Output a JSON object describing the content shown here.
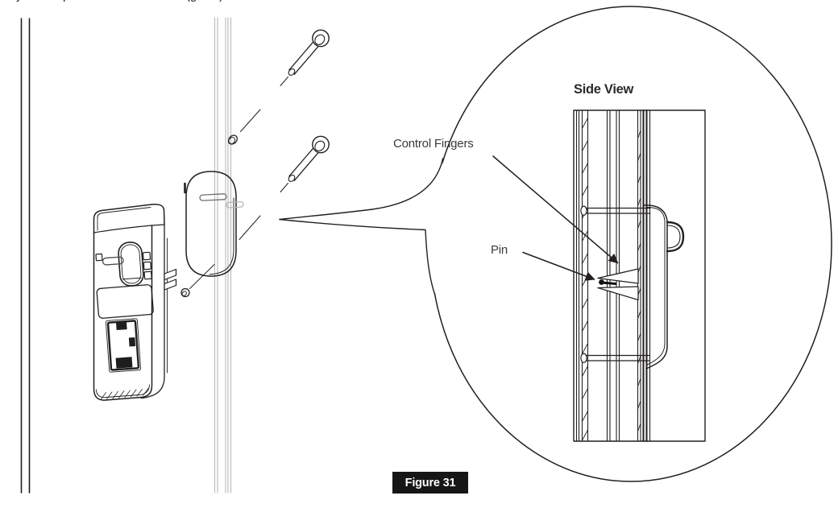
{
  "figure": {
    "caption": "Figure 31",
    "inset_title": "Side View",
    "label_control_fingers": "Control Fingers",
    "label_pin": "Pin",
    "top_clipped_fragments": [
      "y",
      "p",
      "(g",
      ")"
    ],
    "colors": {
      "line": "#231f20",
      "light_line": "#b9b9b9",
      "slot_dark": "#6f6f6f",
      "badge_bg": "#161616",
      "badge_text": "#ffffff",
      "background": "#ffffff"
    }
  }
}
